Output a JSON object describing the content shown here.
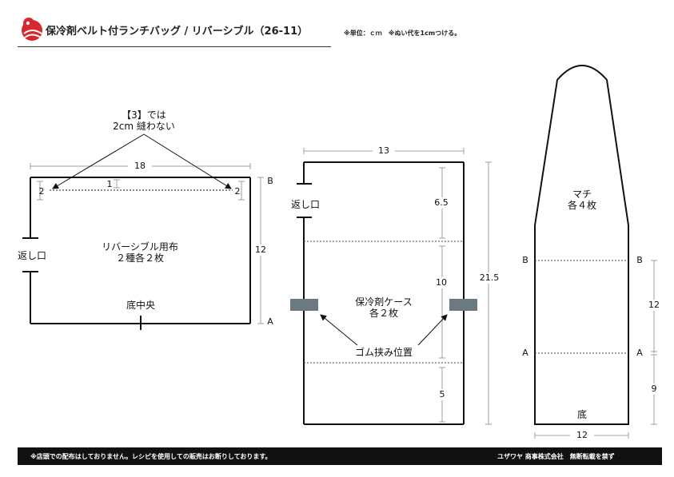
{
  "header": {
    "title": "保冷剤ベルト付ランチバッグ / リバーシブル（26-11）",
    "unit_note": "※単位：ｃｍ　※ぬい代を1cmつける。"
  },
  "panel_left": {
    "note_line1": "【3】では",
    "note_line2": "2cm 縫わない",
    "width_dim": "18",
    "height_dim": "12",
    "top_dim": "1",
    "corner_left": "2",
    "corner_right": "2",
    "label_b": "B",
    "label_a": "A",
    "opening": "返し口",
    "name_line1": "リバーシブル用布",
    "name_line2": "２種各２枚",
    "bottom_center": "底中央"
  },
  "panel_middle": {
    "width_dim": "13",
    "height_dim": "21.5",
    "seg_top": "6.5",
    "seg_mid": "10",
    "seg_bot": "5",
    "opening": "返し口",
    "name_line1": "保冷剤ケース",
    "name_line2": "各２枚",
    "rubber_position": "ゴム挟み位置",
    "band_color": "#6b7a80"
  },
  "panel_right": {
    "name_line1": "マチ",
    "name_line2": "各４枚",
    "label_b_left": "B",
    "label_b_right": "B",
    "label_a_left": "A",
    "label_a_right": "A",
    "dim_12": "12",
    "dim_9": "9",
    "width_dim": "12",
    "bottom": "底"
  },
  "footer": {
    "notice": "※店頭での配布はしておりません。レシピを使用しての販売はお断りしております。",
    "company": "ユザワヤ 商事株式会社　無断転載を禁ず"
  },
  "colors": {
    "accent": "#d8282d",
    "band": "#6b7a80",
    "footer_bg": "#111111"
  }
}
